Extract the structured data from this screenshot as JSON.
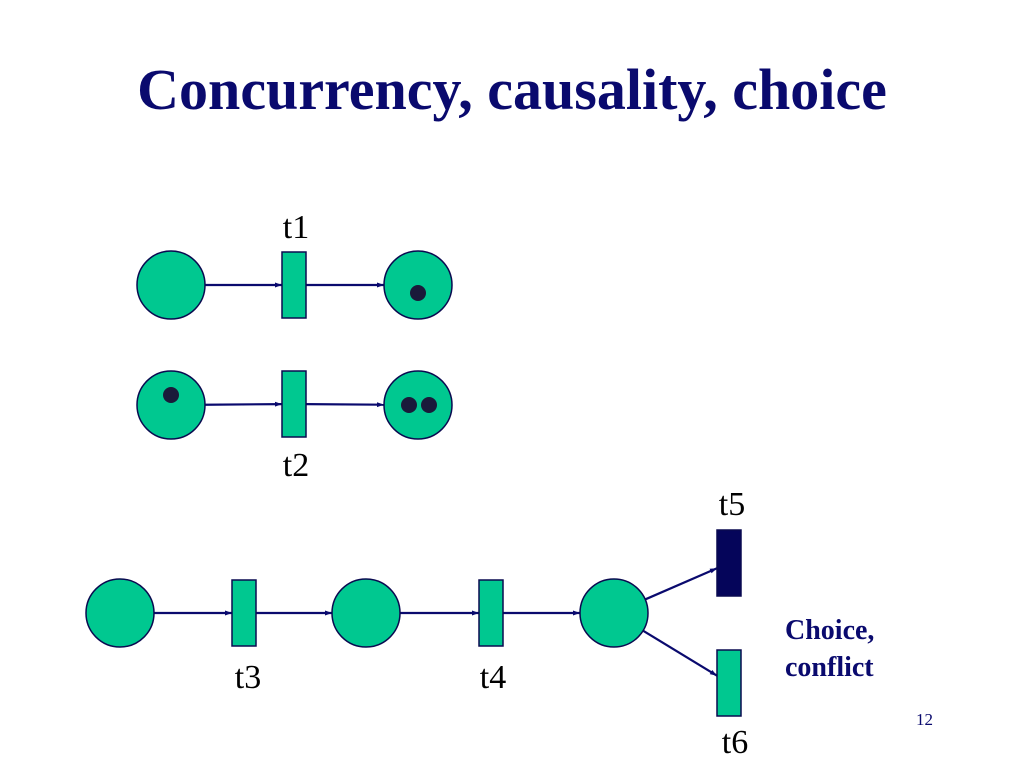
{
  "slide": {
    "title": "Concurrency, causality, choice",
    "page_number": "12",
    "note_lines": [
      "Choice,",
      "conflict"
    ]
  },
  "colors": {
    "title": "#0a0a6e",
    "place_fill": "#00c890",
    "transition_fill": "#00c890",
    "outline": "#0a0a50",
    "arc": "#0a0a6e",
    "token": "#1a1a3a",
    "fired_transition": "#05055a",
    "note": "#0a0a6e"
  },
  "net": {
    "places": [
      {
        "id": "p1",
        "tokens": 0
      },
      {
        "id": "p2",
        "tokens": 1
      },
      {
        "id": "p3",
        "tokens": 1
      },
      {
        "id": "p4",
        "tokens": 2
      },
      {
        "id": "p5",
        "tokens": 0
      },
      {
        "id": "p6",
        "tokens": 0
      },
      {
        "id": "p7",
        "tokens": 0
      }
    ],
    "transitions": [
      {
        "id": "t1",
        "label": "t1",
        "highlighted": false
      },
      {
        "id": "t2",
        "label": "t2",
        "highlighted": false
      },
      {
        "id": "t3",
        "label": "t3",
        "highlighted": false
      },
      {
        "id": "t4",
        "label": "t4",
        "highlighted": false
      },
      {
        "id": "t5",
        "label": "t5",
        "highlighted": true
      },
      {
        "id": "t6",
        "label": "t6",
        "highlighted": false
      }
    ],
    "arcs": [
      {
        "from": "p1",
        "to": "t1"
      },
      {
        "from": "t1",
        "to": "p2"
      },
      {
        "from": "p3",
        "to": "t2"
      },
      {
        "from": "t2",
        "to": "p4"
      },
      {
        "from": "p5",
        "to": "t3"
      },
      {
        "from": "t3",
        "to": "p6"
      },
      {
        "from": "p6",
        "to": "t4"
      },
      {
        "from": "t4",
        "to": "p7"
      },
      {
        "from": "p7",
        "to": "t5"
      },
      {
        "from": "p7",
        "to": "t6"
      }
    ]
  }
}
